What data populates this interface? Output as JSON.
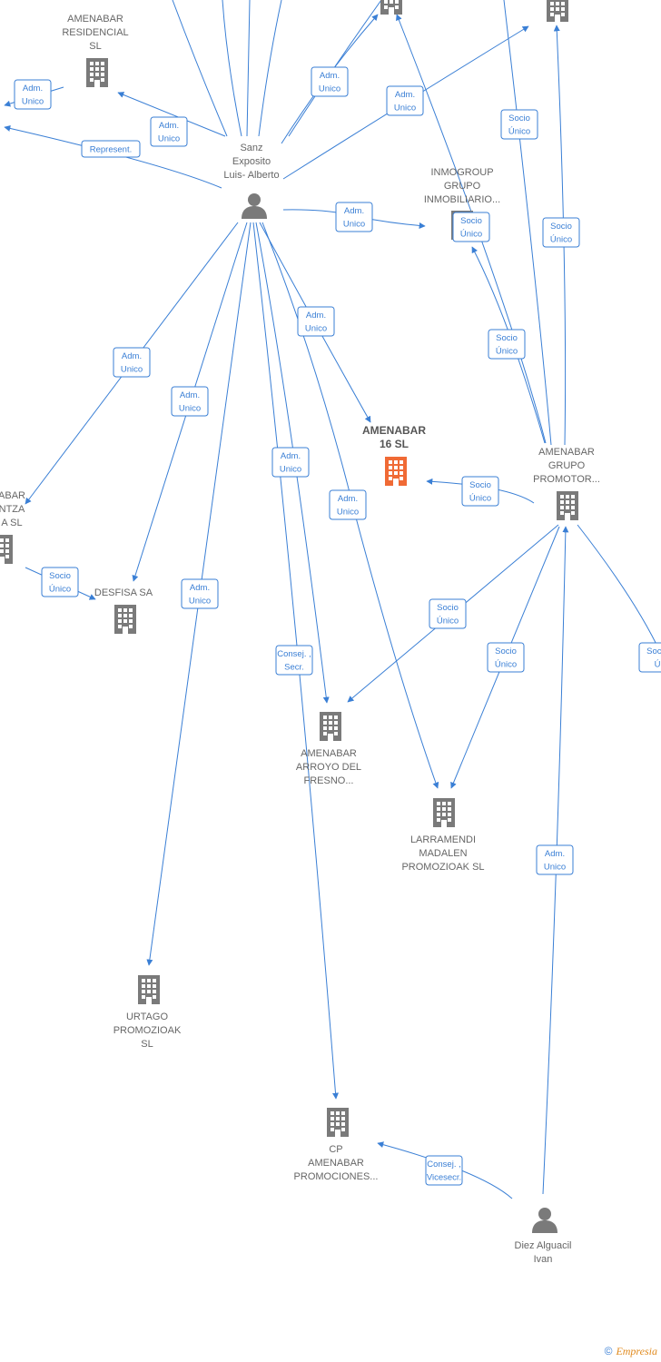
{
  "colors": {
    "edge": "#3a7fd5",
    "company": "#7a7a7a",
    "focus_company": "#f06a35",
    "person": "#7a7a7a"
  },
  "nodes": [
    {
      "id": "sanz",
      "type": "person",
      "lines": [
        "Sanz",
        "Exposito",
        "Luis- Alberto"
      ]
    },
    {
      "id": "diez",
      "type": "person",
      "lines": [
        "Diez Alguacil",
        "Ivan"
      ]
    },
    {
      "id": "amen16",
      "type": "focus",
      "lines": [
        "AMENABAR",
        "16  SL"
      ]
    },
    {
      "id": "residencial",
      "type": "company",
      "lines": [
        "AMENABAR",
        "RESIDENCIAL",
        "SL"
      ]
    },
    {
      "id": "inmogroup",
      "type": "company",
      "lines": [
        "INMOGROUP",
        "GRUPO",
        "INMOBILIARIO..."
      ]
    },
    {
      "id": "grupo",
      "type": "company",
      "lines": [
        "AMENABAR",
        "GRUPO",
        "PROMOTOR..."
      ]
    },
    {
      "id": "eraikuntza",
      "type": "company",
      "lines": [
        "ABAR",
        "NTZA",
        "A  SL"
      ]
    },
    {
      "id": "desfisa",
      "type": "company",
      "lines": [
        "DESFISA SA"
      ]
    },
    {
      "id": "arroyo",
      "type": "company",
      "lines": [
        "AMENABAR",
        "ARROYO DEL",
        "FRESNO..."
      ]
    },
    {
      "id": "larramendi",
      "type": "company",
      "lines": [
        "LARRAMENDI",
        "MADALEN",
        "PROMOZIOAK SL"
      ]
    },
    {
      "id": "urtago",
      "type": "company",
      "lines": [
        "URTAGO",
        "PROMOZIOAK",
        "SL"
      ]
    },
    {
      "id": "cp",
      "type": "company",
      "lines": [
        "CP",
        "AMENABAR",
        "PROMOCIONES..."
      ]
    },
    {
      "id": "top1",
      "type": "company",
      "lines": []
    },
    {
      "id": "top2",
      "type": "company",
      "lines": []
    }
  ],
  "edges": [
    {
      "lines": [
        "Adm.",
        "Unico"
      ]
    },
    {
      "lines": [
        "Adm.",
        "Unico"
      ]
    },
    {
      "lines": [
        "Represent."
      ]
    },
    {
      "lines": [
        "Adm.",
        "Unico"
      ]
    },
    {
      "lines": [
        "Adm.",
        "Unico"
      ]
    },
    {
      "lines": [
        "Adm.",
        "Unico"
      ]
    },
    {
      "lines": [
        "Socio",
        "Único"
      ]
    },
    {
      "lines": [
        "Socio",
        "Único"
      ]
    },
    {
      "lines": [
        "Socio",
        "Único"
      ]
    },
    {
      "lines": [
        "Socio",
        "Único"
      ]
    },
    {
      "lines": [
        "Adm.",
        "Unico"
      ]
    },
    {
      "lines": [
        "Adm.",
        "Unico"
      ]
    },
    {
      "lines": [
        "Adm.",
        "Unico"
      ]
    },
    {
      "lines": [
        "Socio",
        "Único"
      ]
    },
    {
      "lines": [
        "Adm.",
        "Unico"
      ]
    },
    {
      "lines": [
        "Adm.",
        "Unico"
      ]
    },
    {
      "lines": [
        "Adm.",
        "Unico"
      ]
    },
    {
      "lines": [
        "Consej. ,",
        "Secr."
      ]
    },
    {
      "lines": [
        "Socio",
        "Único"
      ]
    },
    {
      "lines": [
        "Socio",
        "Único"
      ]
    },
    {
      "lines": [
        "Socio",
        "Ú"
      ]
    },
    {
      "lines": [
        "Adm.",
        "Unico"
      ]
    },
    {
      "lines": [
        "Consej. ,",
        "Vicesecr."
      ]
    },
    {
      "lines": [
        "Socio",
        "Único"
      ]
    }
  ],
  "footer": {
    "copyright": "©",
    "brand": "Empresia"
  }
}
